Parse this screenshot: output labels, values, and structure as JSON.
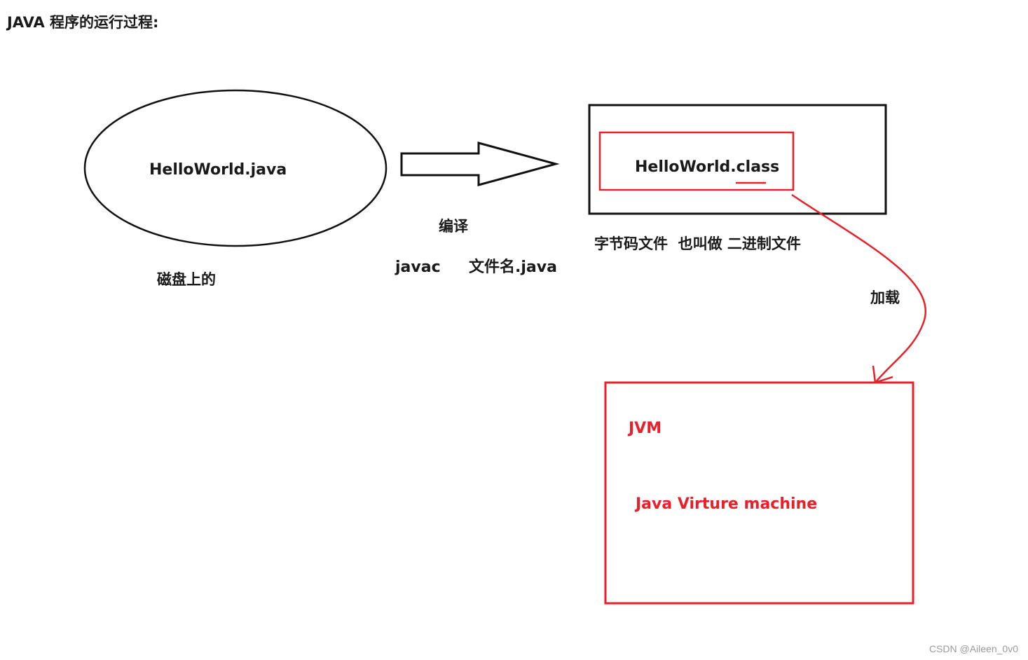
{
  "title": "JAVA 程序的运行过程:",
  "nodes": {
    "source_file": {
      "label": "HelloWorld.java",
      "caption": "磁盘上的"
    },
    "compile_step": {
      "label": "编译",
      "command": "javac",
      "command_arg": "文件名.java"
    },
    "class_file": {
      "label": "HelloWorld.class",
      "caption": "字节码文件  也叫做 二进制文件"
    },
    "load_step": {
      "label": "加载"
    },
    "jvm": {
      "label": "JVM",
      "full_name": "Java Virture machine"
    }
  },
  "colors": {
    "ink": "#1a1a1a",
    "accent": "#e8202a",
    "watermark": "#9a9a9a"
  },
  "watermark": "CSDN @Aileen_0v0"
}
